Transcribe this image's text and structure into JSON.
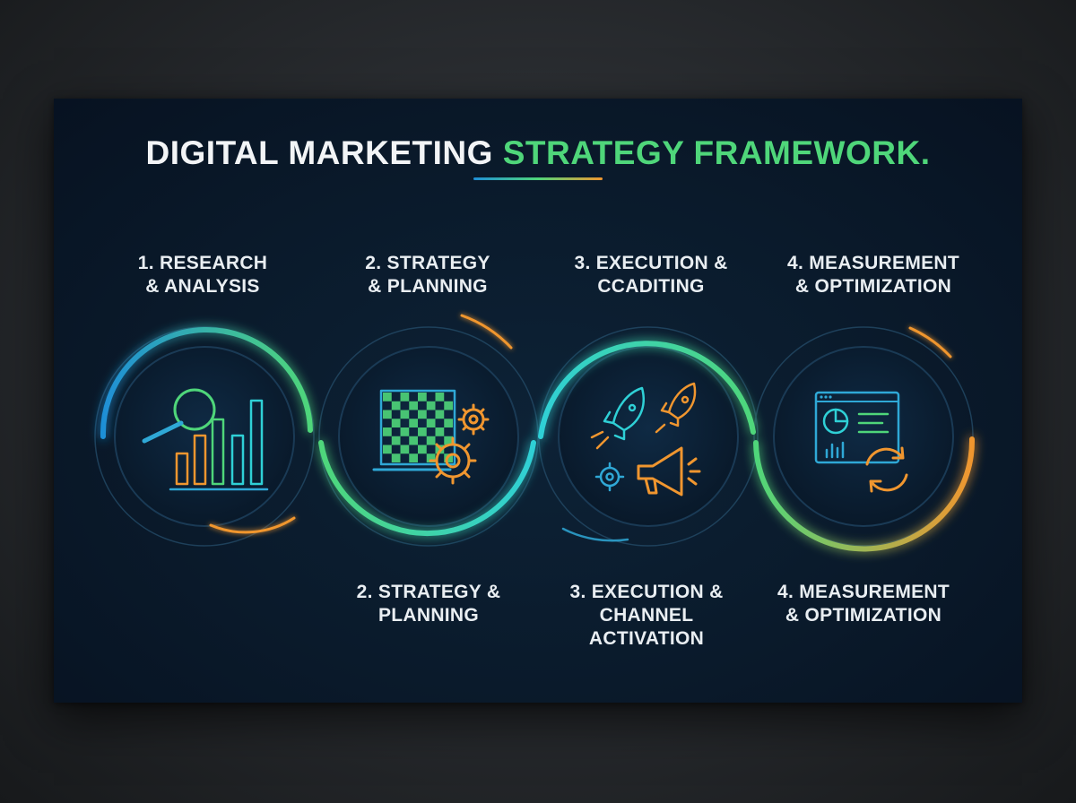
{
  "title": {
    "part1": "DIGITAL MARKETING ",
    "part2": "STRATEGY FRAMEWORK."
  },
  "top_labels": [
    {
      "line1": "1. RESEARCH",
      "line2": "& ANALYSIS",
      "line3": ""
    },
    {
      "line1": "2. STRATEGY",
      "line2": "& PLANNING",
      "line3": ""
    },
    {
      "line1": "3. EXECUTION &",
      "line2": "CCADITING",
      "line3": ""
    },
    {
      "line1": "4. MEASUREMENT",
      "line2": "& OPTIMIZATION",
      "line3": ""
    }
  ],
  "bottom_labels": [
    {
      "line1": "2. STRATEGY &",
      "line2": "PLANNING",
      "line3": ""
    },
    {
      "line1": "3. EXECUTION &",
      "line2": "CHANNEL",
      "line3": "ACTIVATION"
    },
    {
      "line1": "4. MEASUREMENT",
      "line2": "& OPTIMIZATION",
      "line3": ""
    }
  ],
  "stages": [
    {
      "icon": "magnifier-bar-chart-icon"
    },
    {
      "icon": "chessboard-gears-icon"
    },
    {
      "icon": "rockets-megaphone-gear-icon"
    },
    {
      "icon": "dashboard-refresh-icon"
    }
  ],
  "colors": {
    "background": "#2a2d31",
    "panel": "#0a1a2b",
    "title_text": "#f2f4f6",
    "title_highlight": "#4fd67a",
    "blue": "#1f8fd6",
    "cyan": "#2fd0d6",
    "green": "#4fd67a",
    "orange": "#f0962f"
  }
}
